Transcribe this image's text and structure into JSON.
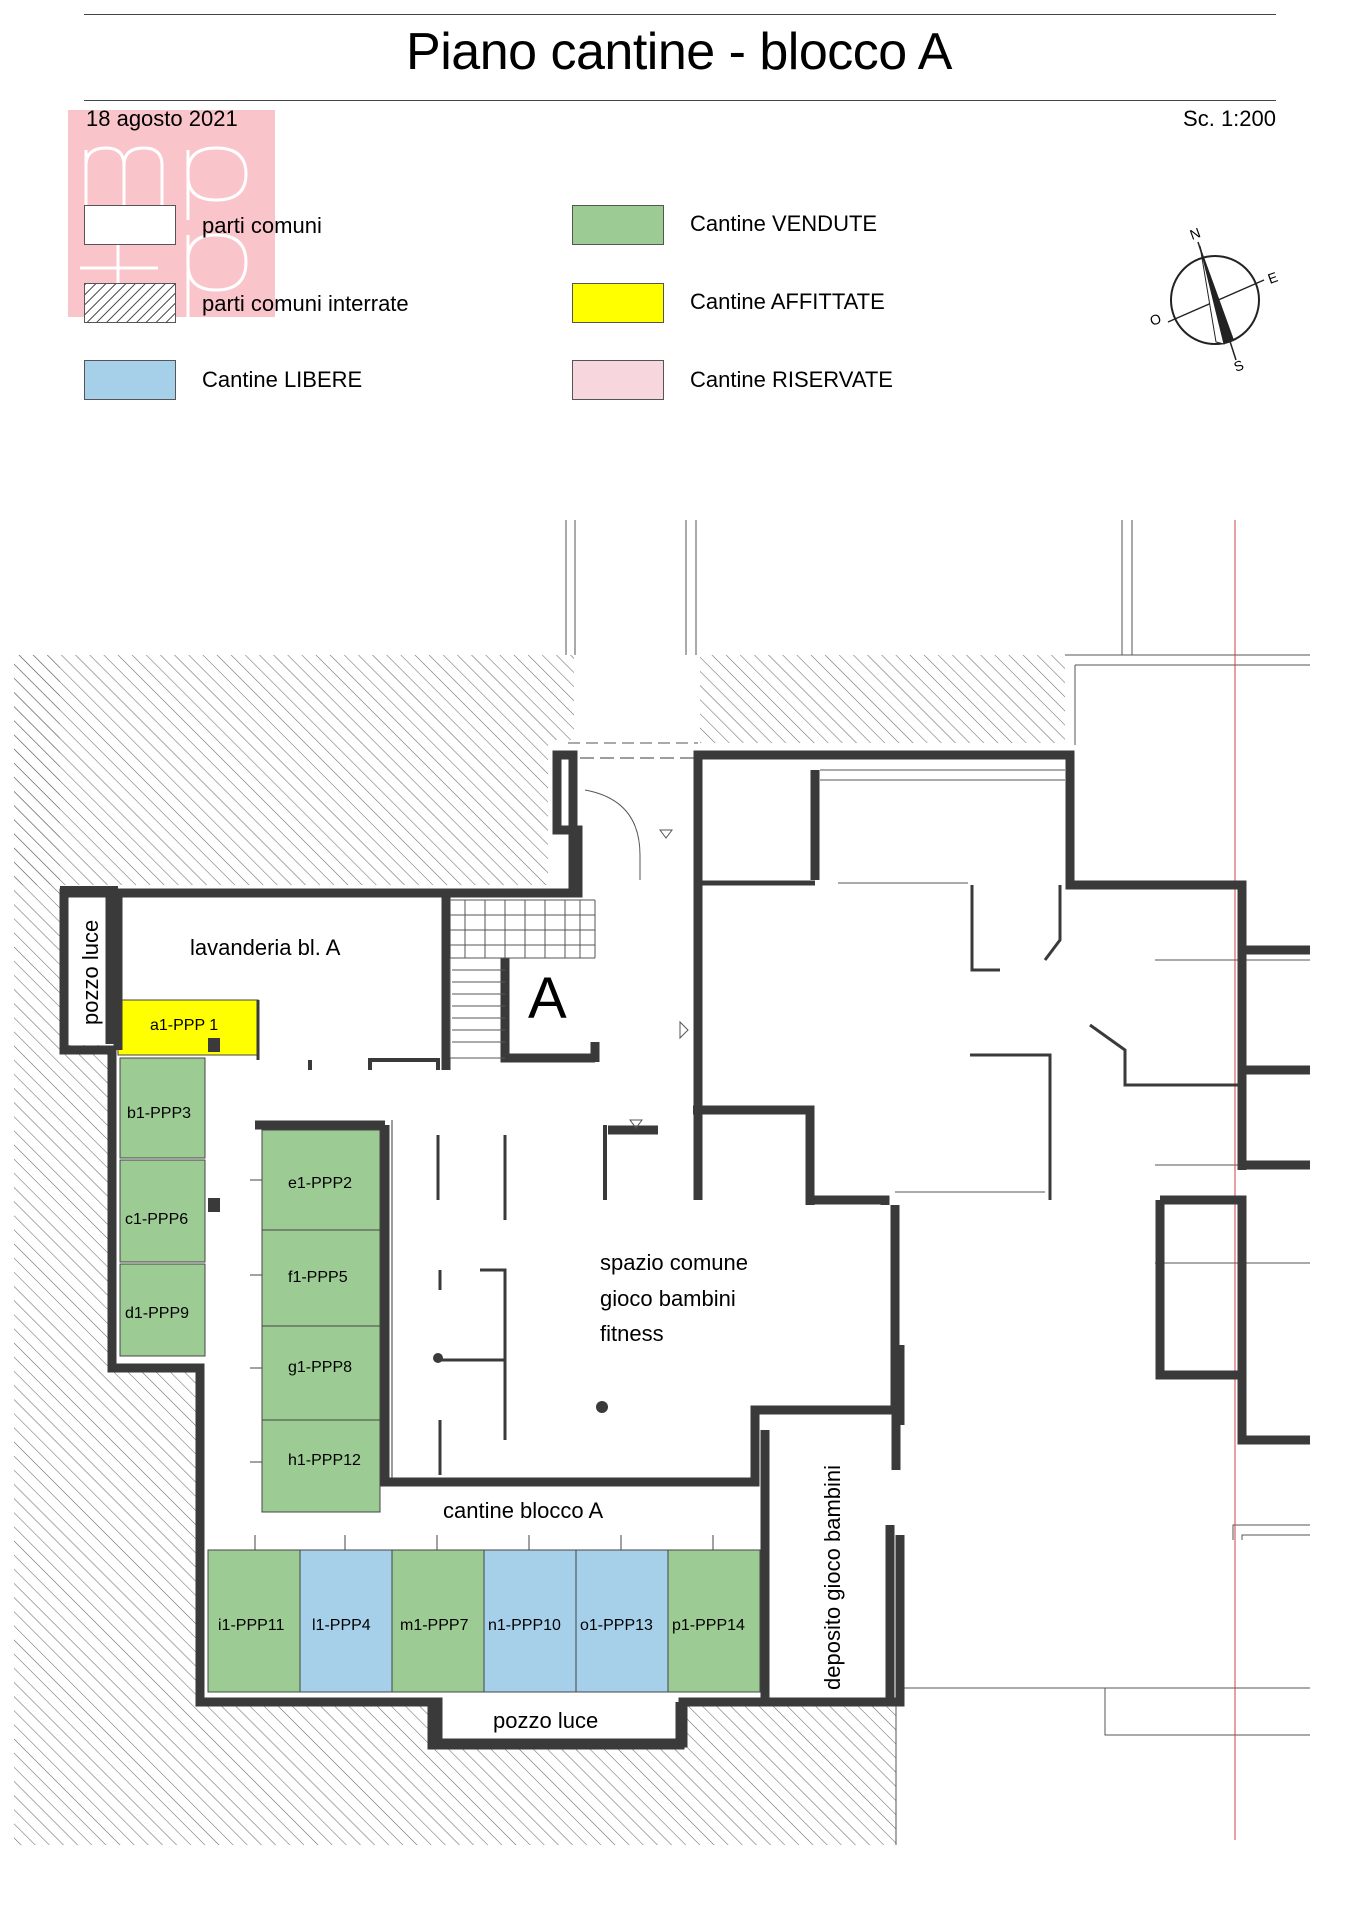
{
  "header": {
    "title": "Piano cantine - blocco A",
    "date": "18 agosto 2021",
    "scale": "Sc. 1:200"
  },
  "legend": [
    {
      "label": "parti comuni",
      "fill": "#ffffff",
      "hatched": false
    },
    {
      "label": "parti comuni interrate",
      "fill": "#ffffff",
      "hatched": true
    },
    {
      "label": "Cantine LIBERE",
      "fill": "#a6d0ea"
    },
    {
      "label": "Cantine VENDUTE",
      "fill": "#9ccb94"
    },
    {
      "label": "Cantine AFFITTATE",
      "fill": "#ffff00"
    },
    {
      "label": "Cantine RISERVATE",
      "fill": "#f7d6dd"
    }
  ],
  "compass": {
    "n": "N",
    "e": "E",
    "s": "S",
    "o": "O"
  },
  "watermark": {
    "icon": "mp+p-logo"
  },
  "rooms": {
    "pozzo_luce_left": "pozzo luce",
    "lavanderia": "lavanderia bl. A",
    "stair_letter": "A",
    "spazio_line1": "spazio comune",
    "spazio_line2": "gioco bambini",
    "spazio_line3": "fitness",
    "cantine_blocco": "cantine blocco A",
    "deposito": "deposito gioco bambini",
    "pozzo_luce_bottom": "pozzo luce"
  },
  "cellars": [
    {
      "id": "a1-PPP 1",
      "status": "affittata"
    },
    {
      "id": "b1-PPP3",
      "status": "venduta"
    },
    {
      "id": "c1-PPP6",
      "status": "venduta"
    },
    {
      "id": "d1-PPP9",
      "status": "venduta"
    },
    {
      "id": "e1-PPP2",
      "status": "venduta"
    },
    {
      "id": "f1-PPP5",
      "status": "venduta"
    },
    {
      "id": "g1-PPP8",
      "status": "venduta"
    },
    {
      "id": "h1-PPP12",
      "status": "venduta"
    },
    {
      "id": "i1-PPP11",
      "status": "venduta"
    },
    {
      "id": "l1-PPP4",
      "status": "libera"
    },
    {
      "id": "m1-PPP7",
      "status": "venduta"
    },
    {
      "id": "n1-PPP10",
      "status": "libera"
    },
    {
      "id": "o1-PPP13",
      "status": "libera"
    },
    {
      "id": "p1-PPP14",
      "status": "venduta"
    }
  ],
  "colors": {
    "venduta": "#9ccb94",
    "libera": "#a6d0ea",
    "affittata": "#ffff00",
    "riservata": "#f7d6dd",
    "wall": "#3a3a3a",
    "hatch": "#555555"
  }
}
